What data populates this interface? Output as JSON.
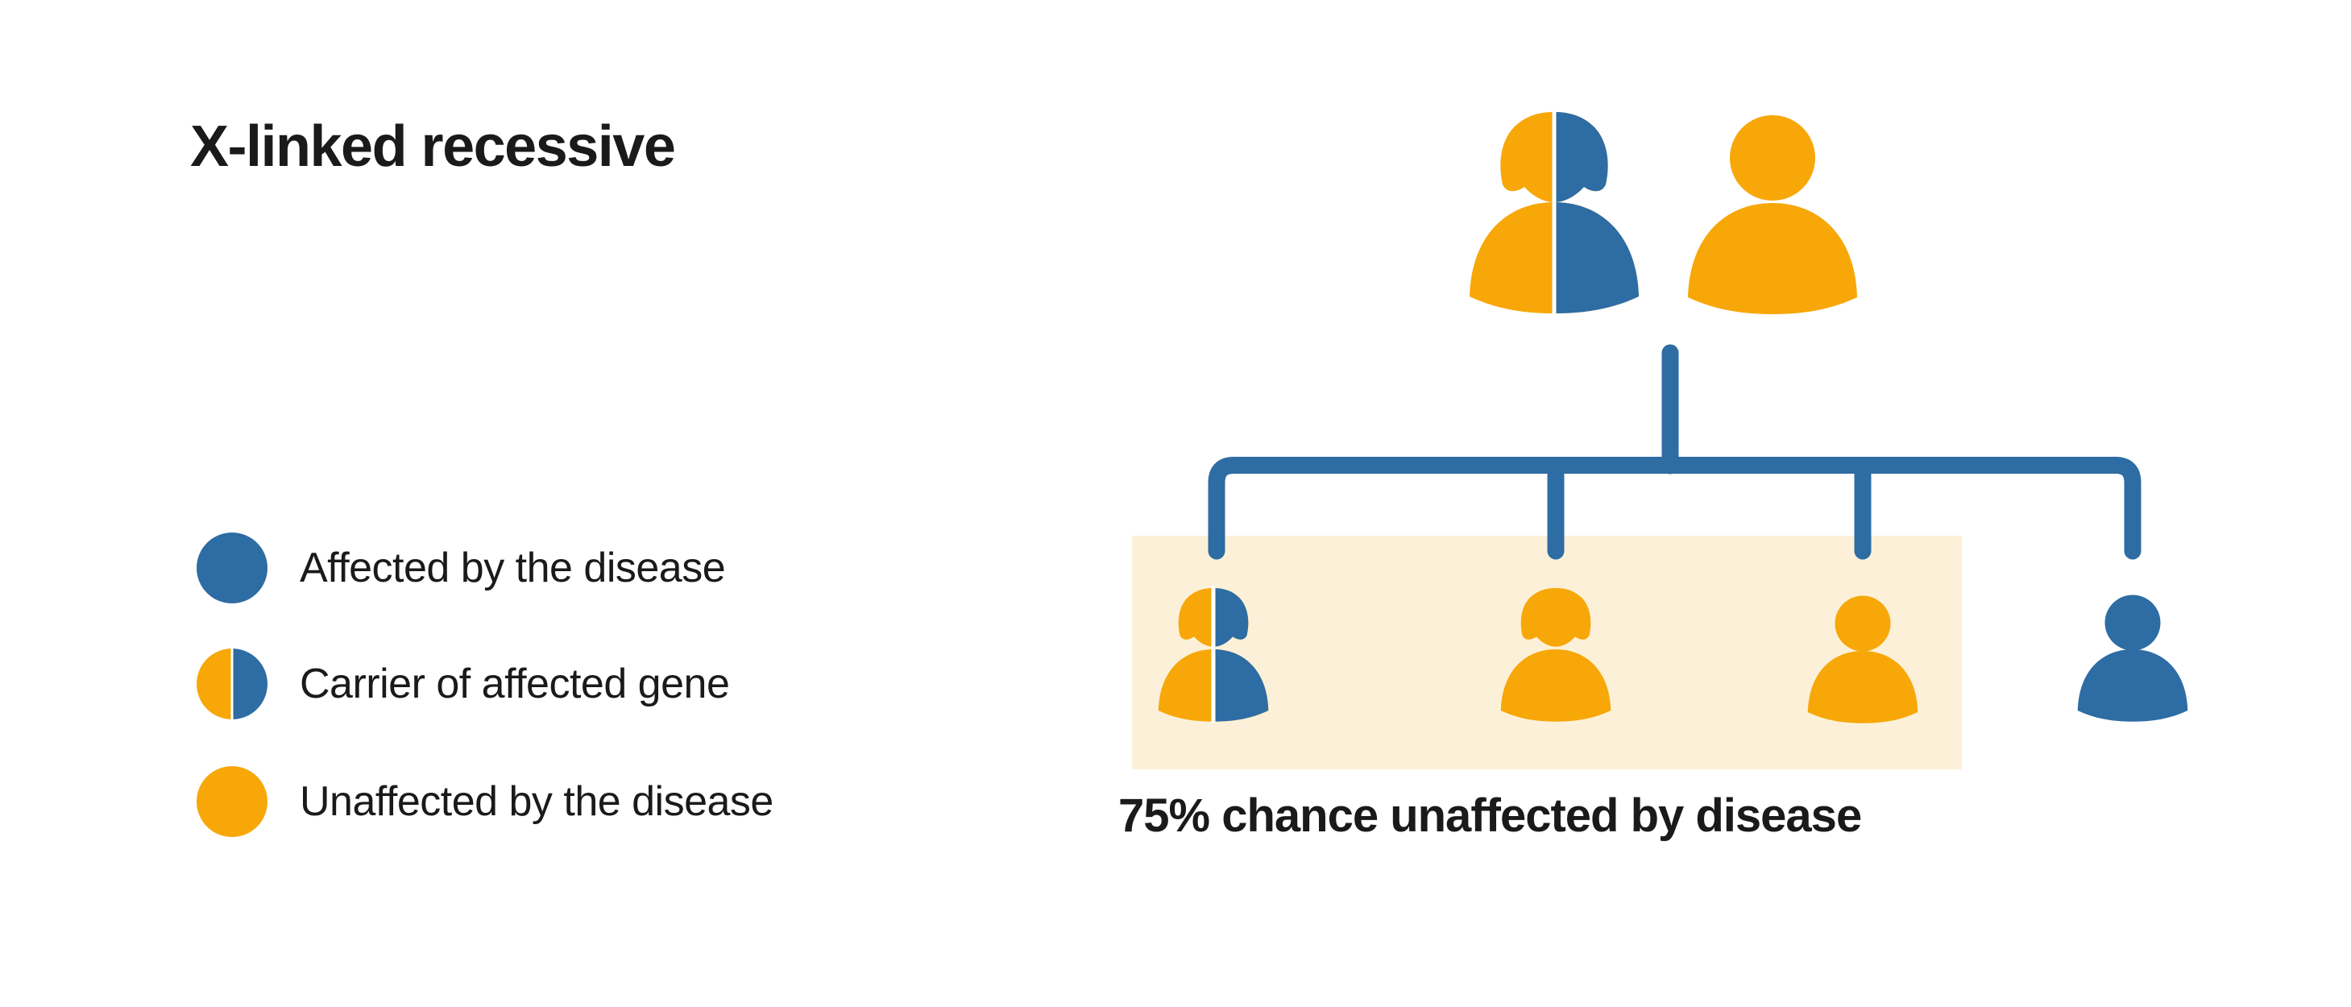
{
  "title": "X-linked recessive",
  "legend": {
    "items": [
      {
        "id": "affected",
        "swatch": "blue",
        "label": "Affected by the disease"
      },
      {
        "id": "carrier",
        "swatch": "split",
        "label": "Carrier of affected gene"
      },
      {
        "id": "unaffected",
        "swatch": "orange",
        "label": "Unaffected by the disease"
      }
    ]
  },
  "pedigree": {
    "parents": [
      {
        "id": "mother",
        "sex": "female",
        "status": "carrier"
      },
      {
        "id": "father",
        "sex": "male",
        "status": "unaffected"
      }
    ],
    "children": [
      {
        "id": "child-1",
        "sex": "female",
        "status": "carrier",
        "in_highlight_box": true
      },
      {
        "id": "child-2",
        "sex": "female",
        "status": "unaffected",
        "in_highlight_box": true
      },
      {
        "id": "child-3",
        "sex": "male",
        "status": "unaffected",
        "in_highlight_box": true
      },
      {
        "id": "child-4",
        "sex": "male",
        "status": "affected",
        "in_highlight_box": false
      }
    ],
    "caption": "75% chance unaffected by disease"
  },
  "colors": {
    "affected_blue": "#2E6CA4",
    "unaffected_orange": "#F7A708",
    "carrier_divider": "#FFFFFF",
    "highlight_box": "#FCF1D8",
    "connector_line": "#2E6CA4",
    "text": "#1A1A1A",
    "background": "#FFFFFF"
  }
}
